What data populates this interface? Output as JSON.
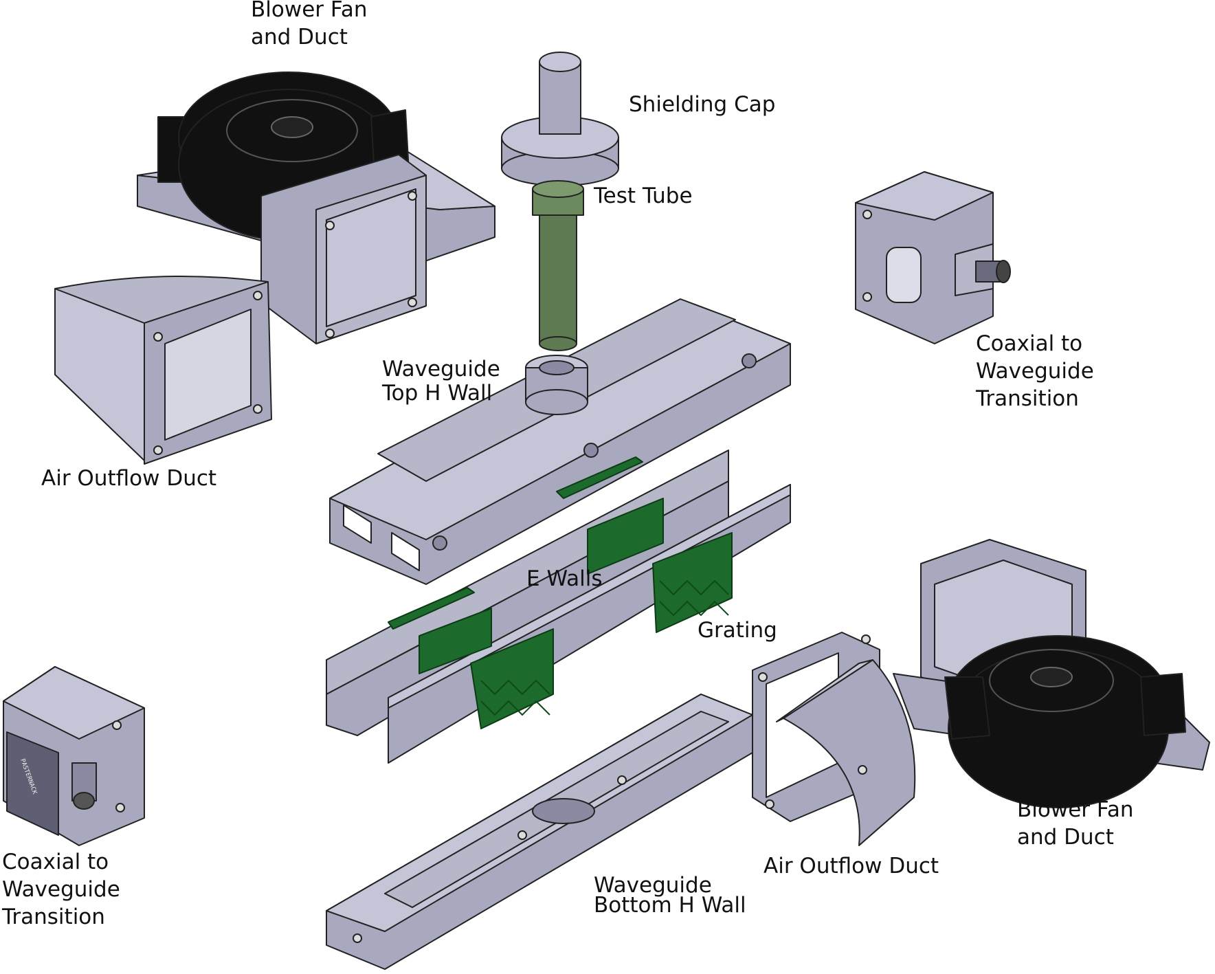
{
  "labels": {
    "blower_fan_top": [
      "Blower Fan",
      "and Duct"
    ],
    "shielding_cap": "Shielding Cap",
    "test_tube": "Test Tube",
    "coax_top": [
      "Coaxial to",
      "Waveguide",
      "Transition"
    ],
    "waveguide_top": [
      "Waveguide",
      "Top H Wall"
    ],
    "air_outflow_left": "Air Outflow Duct",
    "e_walls": "E Walls",
    "grating": "Grating",
    "coax_bottom": [
      "Coaxial to",
      "Waveguide",
      "Transition"
    ],
    "blower_fan_bottom": [
      "Blower Fan",
      "and Duct"
    ],
    "air_outflow_right": "Air Outflow Duct",
    "waveguide_bottom": [
      "Waveguide",
      "Bottom H Wall"
    ]
  },
  "colors": {
    "part_face": "#a8a9bf",
    "part_light": "#c4c5d6",
    "part_dark": "#8a8ba2",
    "fan_black": "#111111",
    "tube_green": "#5e7a52",
    "grating_green": "#1d6b2c",
    "edge": "#222222"
  }
}
